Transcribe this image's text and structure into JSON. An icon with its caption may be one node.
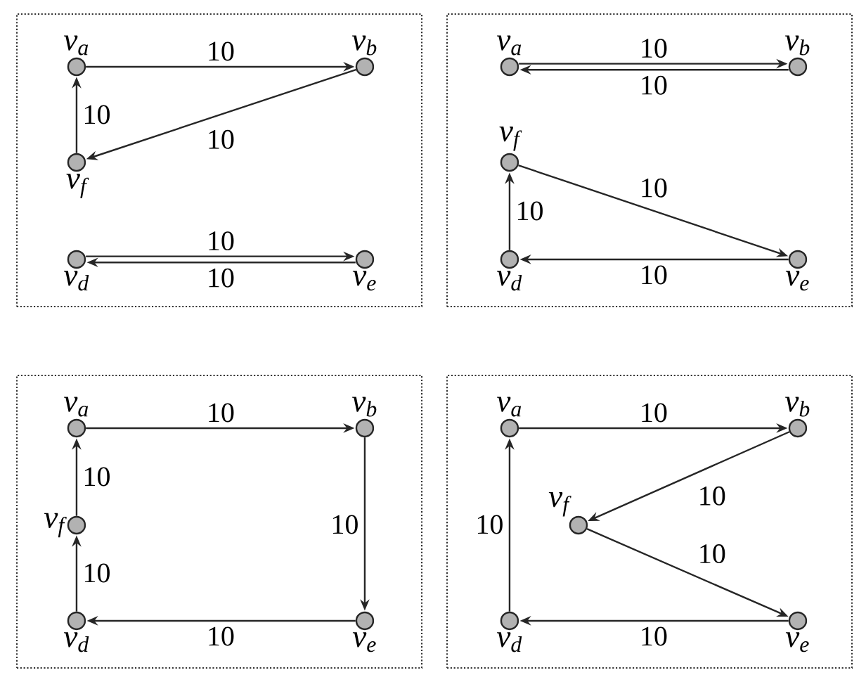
{
  "diagram": {
    "nodes": [
      {
        "text": [],
        "shape": "box"
      },
      {
        "text": [],
        "shape": "circle",
        "in": 0,
        "beside": [
          "v$_{a}$"
        ]
      },
      {
        "text": [],
        "shape": "circle",
        "in": 0,
        "beside": [
          "v$_{b}$"
        ]
      },
      {
        "text": [],
        "shape": "circle",
        "in": 0,
        "beside": [
          "v$_{f}$"
        ]
      },
      {
        "text": [],
        "shape": "circle",
        "in": 0,
        "beside": [
          "v$_{d}$"
        ]
      },
      {
        "text": [],
        "shape": "circle",
        "in": 0,
        "beside": [
          "v$_{e}$"
        ]
      },
      {
        "text": [],
        "shape": "box"
      },
      {
        "text": [],
        "shape": "circle",
        "in": 6,
        "beside": [
          "v$_{a}$"
        ]
      },
      {
        "text": [],
        "shape": "circle",
        "in": 6,
        "beside": [
          "v$_{b}$"
        ]
      },
      {
        "text": [],
        "shape": "circle",
        "in": 6,
        "beside": [
          "v$_{f}$"
        ]
      },
      {
        "text": [],
        "shape": "circle",
        "in": 6,
        "beside": [
          "v$_{d}$"
        ]
      },
      {
        "text": [],
        "shape": "circle",
        "in": 6,
        "beside": [
          "v$_{e}$"
        ]
      },
      {
        "text": [],
        "shape": "box"
      },
      {
        "text": [],
        "shape": "circle",
        "in": 12,
        "beside": [
          "v$_{a}$"
        ]
      },
      {
        "text": [],
        "shape": "circle",
        "in": 12,
        "beside": [
          "v$_{b}$"
        ]
      },
      {
        "text": [],
        "shape": "circle",
        "in": 12,
        "beside": [
          "v$_{f}$"
        ]
      },
      {
        "text": [],
        "shape": "circle",
        "in": 12,
        "beside": [
          "v$_{d}$"
        ]
      },
      {
        "text": [],
        "shape": "circle",
        "in": 12,
        "beside": [
          "v$_{e}$"
        ]
      },
      {
        "text": [],
        "shape": "box"
      },
      {
        "text": [],
        "shape": "circle",
        "in": 18,
        "beside": [
          "v$_{a}$"
        ]
      },
      {
        "text": [],
        "shape": "circle",
        "in": 18,
        "beside": [
          "v$_{b}$"
        ]
      },
      {
        "text": [],
        "shape": "circle",
        "in": 18,
        "beside": [
          "v$_{f}$"
        ]
      },
      {
        "text": [],
        "shape": "circle",
        "in": 18,
        "beside": [
          "v$_{d}$"
        ]
      },
      {
        "text": [],
        "shape": "circle",
        "in": 18,
        "beside": [
          "v$_{e}$"
        ]
      }
    ],
    "edges": [
      {
        "from": 1,
        "to": 2,
        "arrow": "to",
        "label": "10"
      },
      {
        "from": 2,
        "to": 3,
        "arrow": "to",
        "label": "10"
      },
      {
        "from": 3,
        "to": 1,
        "arrow": "to",
        "label": "10"
      },
      {
        "from": 4,
        "to": 5,
        "arrow": "to",
        "label": "10"
      },
      {
        "from": 5,
        "to": 4,
        "arrow": "to",
        "label": "10"
      },
      {
        "from": 7,
        "to": 8,
        "arrow": "to",
        "label": "10"
      },
      {
        "from": 8,
        "to": 7,
        "arrow": "to",
        "label": "10"
      },
      {
        "from": 9,
        "to": 11,
        "arrow": "to",
        "label": "10"
      },
      {
        "from": 10,
        "to": 9,
        "arrow": "to",
        "label": "10"
      },
      {
        "from": 11,
        "to": 10,
        "arrow": "to",
        "label": "10"
      },
      {
        "from": 13,
        "to": 14,
        "arrow": "to",
        "label": "10"
      },
      {
        "from": 14,
        "to": 17,
        "arrow": "to",
        "label": "10"
      },
      {
        "from": 17,
        "to": 16,
        "arrow": "to",
        "label": "10"
      },
      {
        "from": 16,
        "to": 15,
        "arrow": "to",
        "label": "10"
      },
      {
        "from": 15,
        "to": 13,
        "arrow": "to",
        "label": "10"
      },
      {
        "from": 19,
        "to": 20,
        "arrow": "to",
        "label": "10"
      },
      {
        "from": 20,
        "to": 21,
        "arrow": "to",
        "label": "10"
      },
      {
        "from": 21,
        "to": 23,
        "arrow": "to",
        "label": "10"
      },
      {
        "from": 23,
        "to": 22,
        "arrow": "to",
        "label": "10"
      },
      {
        "from": 22,
        "to": 19,
        "arrow": "to",
        "label": "10"
      }
    ]
  }
}
